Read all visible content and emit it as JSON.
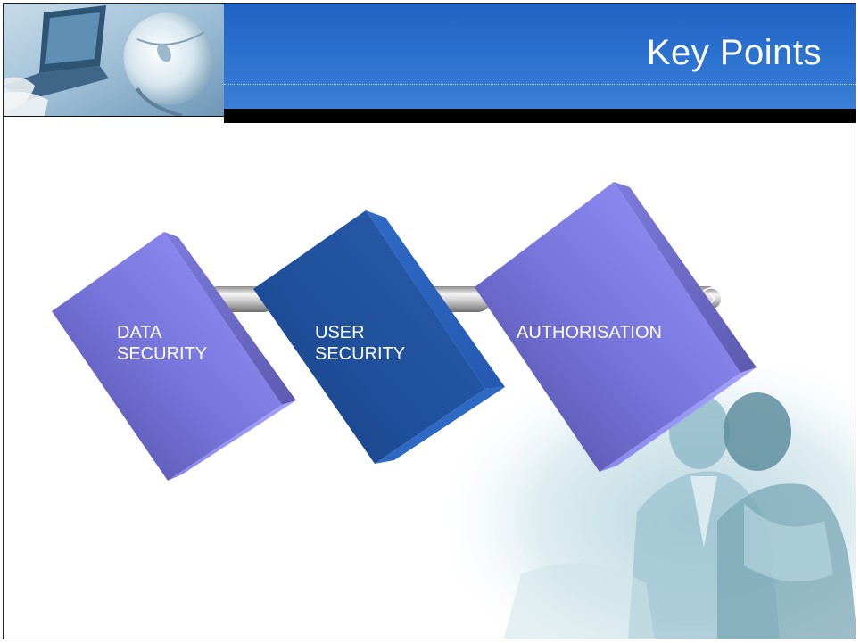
{
  "header": {
    "title": "Key Points"
  },
  "diagram": {
    "blocks": [
      {
        "label": "DATA\nSECURITY",
        "color": "#7f7cec"
      },
      {
        "label": "USER\nSECURITY",
        "color": "#1f4f9e"
      },
      {
        "label": "AUTHORISATION",
        "color": "#7f7cec"
      }
    ]
  },
  "colors": {
    "header_blue": "#2a6dcc",
    "block_lavender": "#8e8cf2",
    "block_navy": "#22539f",
    "connector_gray": "#bdbdbd"
  }
}
